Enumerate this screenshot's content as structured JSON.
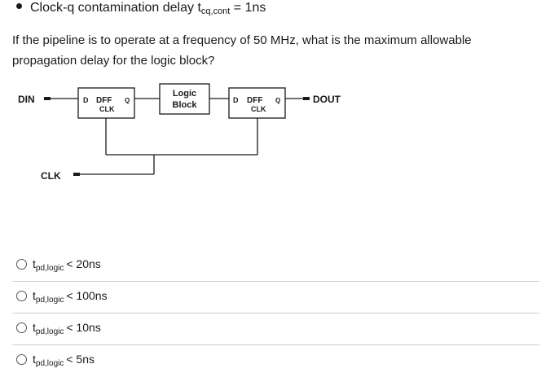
{
  "bullet": {
    "prefix": "Clock-q contamination delay t",
    "sub": "cq,cont",
    "suffix": " = 1ns"
  },
  "question": "If the pipeline is to operate at a frequency of 50 MHz, what is the maximum allowable propagation delay for the logic block?",
  "diagram": {
    "din": "DIN",
    "dout": "DOUT",
    "clk": "CLK",
    "dff1": {
      "d": "D",
      "name": "DFF",
      "q": "Q",
      "clk": "CLK"
    },
    "logic": {
      "line1": "Logic",
      "line2": "Block"
    },
    "dff2": {
      "d": "D",
      "name": "DFF",
      "q": "Q",
      "clk": "CLK"
    }
  },
  "options": [
    {
      "t": "t",
      "sub": "pd,logic",
      "text": "< 20ns"
    },
    {
      "t": "t",
      "sub": "pd,logic",
      "text": "< 100ns"
    },
    {
      "t": "t",
      "sub": "pd,logic",
      "text": "< 10ns"
    },
    {
      "t": "t",
      "sub": "pd,logic",
      "text": "< 5ns"
    }
  ]
}
